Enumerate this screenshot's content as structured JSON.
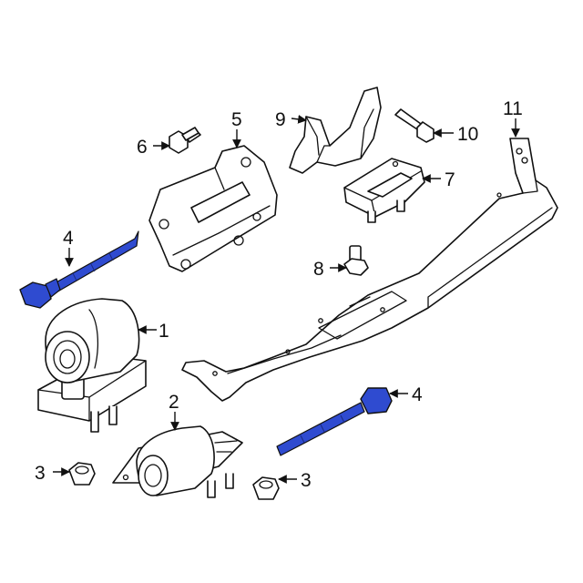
{
  "colors": {
    "highlight": "#2f4bd0",
    "line": "#111111",
    "background": "#ffffff"
  },
  "callouts": [
    {
      "id": "c1",
      "label": "1"
    },
    {
      "id": "c2",
      "label": "2"
    },
    {
      "id": "c3a",
      "label": "3"
    },
    {
      "id": "c3b",
      "label": "3"
    },
    {
      "id": "c4a",
      "label": "4"
    },
    {
      "id": "c4b",
      "label": "4"
    },
    {
      "id": "c5",
      "label": "5"
    },
    {
      "id": "c6",
      "label": "6"
    },
    {
      "id": "c7",
      "label": "7"
    },
    {
      "id": "c8",
      "label": "8"
    },
    {
      "id": "c9",
      "label": "9"
    },
    {
      "id": "c10",
      "label": "10"
    },
    {
      "id": "c11",
      "label": "11"
    }
  ]
}
